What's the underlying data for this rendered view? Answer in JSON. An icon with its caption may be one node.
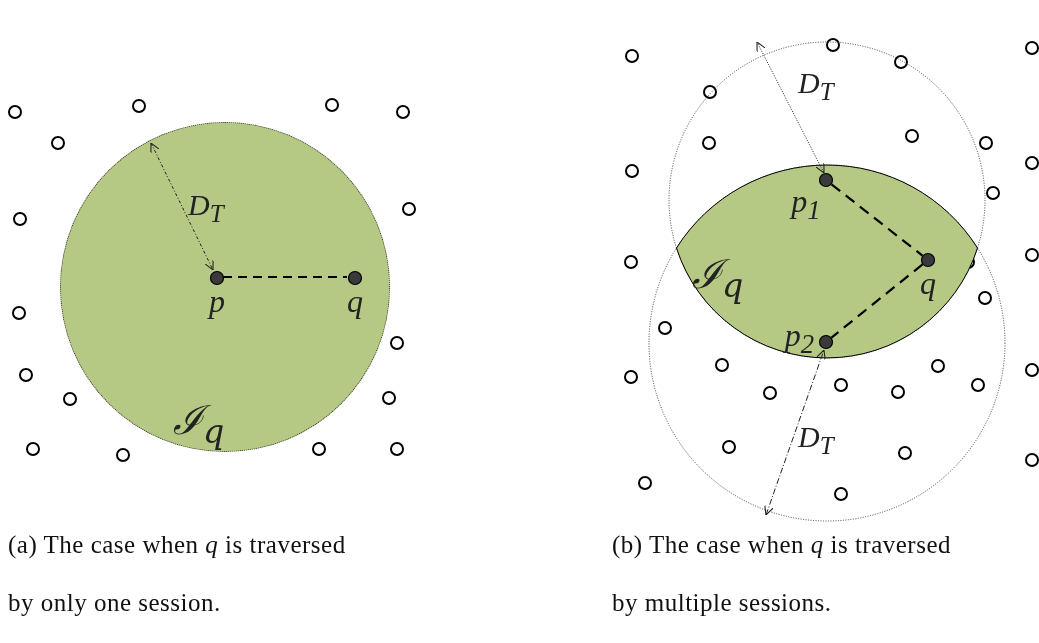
{
  "diagram": {
    "nodes": [
      {
        "text": [
          "ℐ$_{q}$"
        ]
      },
      {
        "text": [],
        "shape": "circle",
        "in": 0,
        "beside": [
          "p"
        ]
      },
      {
        "text": [],
        "shape": "circle",
        "in": 0,
        "beside": [
          "q"
        ]
      },
      {
        "text": [
          "ℐ$_{q}$"
        ]
      },
      {
        "text": [],
        "shape": "circle",
        "in": 3,
        "beside": [
          "p$_{1}$"
        ]
      },
      {
        "text": [],
        "shape": "circle",
        "in": 3,
        "beside": [
          "q"
        ]
      },
      {
        "text": [],
        "shape": "circle",
        "in": 3,
        "beside": [
          "p$_{2}$"
        ]
      }
    ],
    "edges": [
      {
        "from": 1,
        "to": 2,
        "arrow": "none",
        "style": "dashed"
      },
      {
        "from": 4,
        "to": 5,
        "arrow": "none",
        "style": "dashed"
      },
      {
        "from": 5,
        "to": 6,
        "arrow": "none",
        "style": "dashed"
      }
    ],
    "labels": [
      "D$_{T}$",
      "D$_{T}$",
      "D$_{T}$",
      "(a) The case when *q* is traversed by only one session.",
      "(b) The case when *q* is traversed by multiple sessions."
    ]
  }
}
